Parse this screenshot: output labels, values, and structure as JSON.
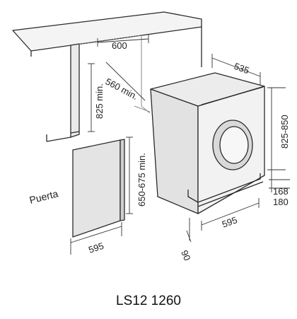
{
  "labels": {
    "width_opening": "600",
    "depth_min": "560 min.",
    "height_min": "825 min.",
    "door_height": "650-675 min.",
    "door_label": "Puerta",
    "door_width": "595",
    "machine_depth": "535",
    "machine_height": "825-850",
    "plinth_high": "168",
    "plinth_low": "180",
    "machine_width": "595",
    "door_offset": "90"
  },
  "caption": "LS12 1260"
}
